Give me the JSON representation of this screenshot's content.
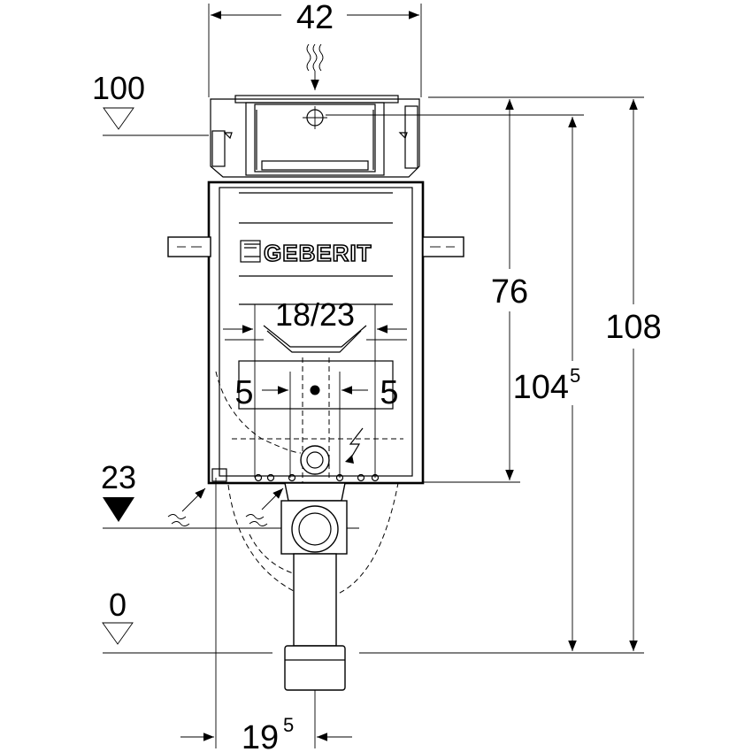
{
  "dimensions": {
    "top_width": "42",
    "level_100": "100",
    "level_23": "23",
    "level_0": "0",
    "height_76": "76",
    "height_104": "104",
    "height_104_sup": "5",
    "height_108": "108",
    "fixing_distance": "18/23",
    "offset_left": "5",
    "offset_right": "5",
    "depth_19": "19",
    "depth_19_sup": "5"
  },
  "brand": {
    "logo_text": "GEBERIT"
  }
}
